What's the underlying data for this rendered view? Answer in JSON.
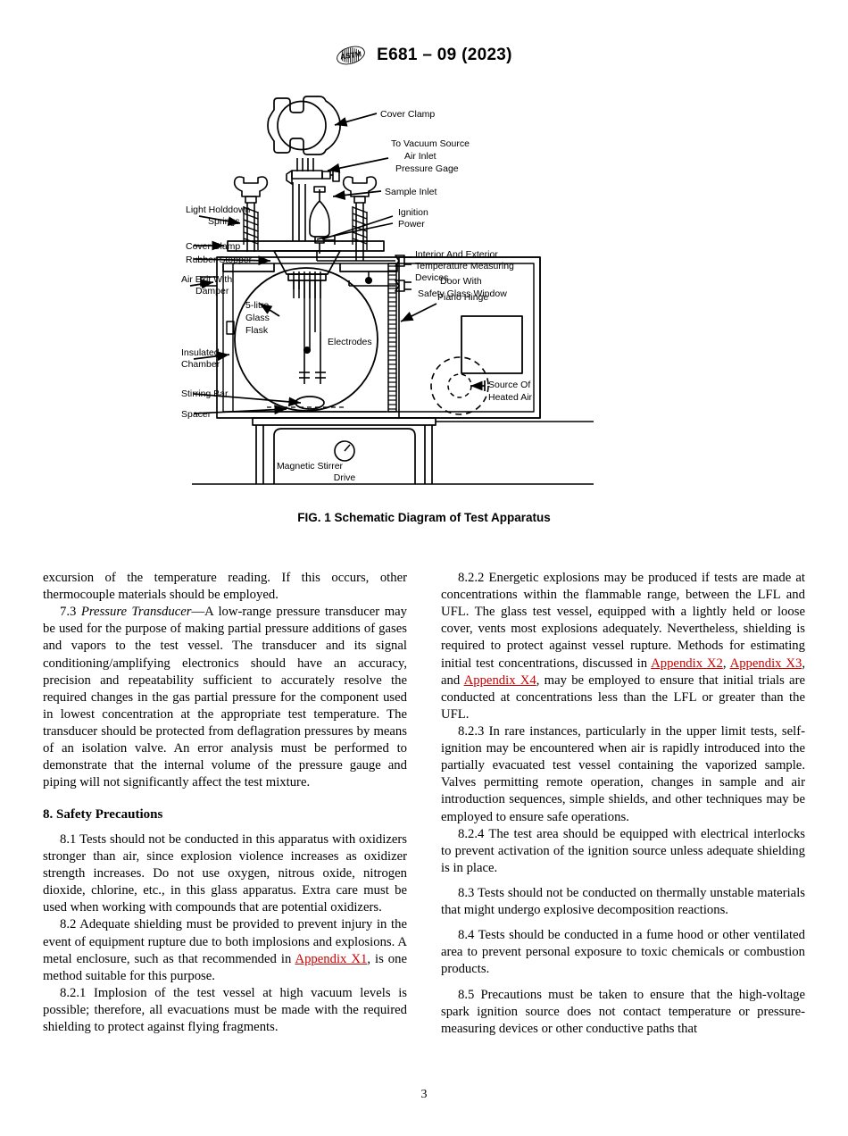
{
  "header": {
    "logo_icon": "astm-logo-icon",
    "standard_designation": "E681 – 09 (2023)"
  },
  "figure": {
    "caption": "FIG. 1 Schematic Diagram of Test Apparatus",
    "labels": {
      "cover_clamp_top": "Cover Clamp",
      "to_vacuum_source": "To Vacuum Source",
      "air_inlet": "Air Inlet",
      "pressure_gage": "Pressure Gage",
      "sample_inlet": "Sample Inlet",
      "light_holddown": "Light Holddown",
      "springs": "Springs",
      "cover_clamp_side": "Cover Clamp",
      "rubber_stopper": "Rubber Stopper",
      "ignition": "Ignition",
      "power": "Power",
      "temp_dev_l1": "Interior And Exterior",
      "temp_dev_l2": "Temperature Measuring",
      "temp_dev_l3": "Devices",
      "air_exit_l1": "Air Exit With",
      "air_exit_l2": "Damper",
      "insulated_l1": "Insulated",
      "insulated_l2": "Chamber",
      "stirring_bar": "Stirring Bar",
      "spacer": "Spacer",
      "flask_l1": "5-litre",
      "flask_l2": "Glass",
      "flask_l3": "Flask",
      "electrodes": "Electrodes",
      "door_l1": "Door With",
      "door_l2": "Safety Glass Window",
      "piano_hinge": "Piano Hinge",
      "heated_air_l1": "Source Of",
      "heated_air_l2": "Heated Air",
      "stirrer_l1": "Magnetic Stirrer",
      "stirrer_l2": "Drive"
    }
  },
  "body": {
    "left": {
      "p_continued": "excursion of the temperature reading. If this occurs, other thermocouple materials should be employed.",
      "p73_num": "7.3",
      "p73_term": "Pressure Transducer",
      "p73_text": "—A low-range pressure transducer may be used for the purpose of making partial pressure additions of gases and vapors to the test vessel. The transducer and its signal conditioning/amplifying electronics should have an accuracy, precision and repeatability sufficient to accurately resolve the required changes in the gas partial pressure for the component used in lowest concentration at the appropriate test temperature. The transducer should be protected from deflagration pressures by means of an isolation valve. An error analysis must be performed to demonstrate that the internal volume of the pressure gauge and piping will not significantly affect the test mixture.",
      "section_heading": "8.  Safety Precautions",
      "p81": "8.1 Tests should not be conducted in this apparatus with oxidizers stronger than air, since explosion violence increases as oxidizer strength increases. Do not use oxygen, nitrous oxide, nitrogen dioxide, chlorine, etc., in this glass apparatus. Extra care must be used when working with compounds that are potential oxidizers.",
      "p82_a": "8.2 Adequate shielding must be provided to prevent injury in the event of equipment rupture due to both implosions and explosions. A metal enclosure, such as that recommended in ",
      "p82_link": "Appendix X1",
      "p82_b": ", is one method suitable for this purpose.",
      "p821": "8.2.1 Implosion of the test vessel at high vacuum levels is possible; therefore, all evacuations must be made with the required shielding to protect against flying fragments."
    },
    "right": {
      "p822_a": "8.2.2 Energetic explosions may be produced if tests are made at concentrations within the flammable range, between the LFL and UFL. The glass test vessel, equipped with a lightly held or loose cover, vents most explosions adequately. Nevertheless, shielding is required to protect against vessel rupture. Methods for estimating initial test concentrations, discussed in ",
      "p822_link1": "Appendix X2",
      "p822_sep1": ", ",
      "p822_link2": "Appendix X3",
      "p822_sep2": ", and ",
      "p822_link3": "Appendix X4",
      "p822_b": ", may be employed to ensure that initial trials are conducted at concentrations less than the LFL or greater than the UFL.",
      "p823": "8.2.3 In rare instances, particularly in the upper limit tests, self-ignition may be encountered when air is rapidly introduced into the partially evacuated test vessel containing the vaporized sample. Valves permitting remote operation, changes in sample and air introduction sequences, simple shields, and other techniques may be employed to ensure safe operations.",
      "p824": "8.2.4 The test area should be equipped with electrical interlocks to prevent activation of the ignition source unless adequate shielding is in place.",
      "p83": "8.3 Tests should not be conducted on thermally unstable materials that might undergo explosive decomposition reactions.",
      "p84": "8.4 Tests should be conducted in a fume hood or other ventilated area to prevent personal exposure to toxic chemicals or combustion products.",
      "p85": "8.5 Precautions must be taken to ensure that the high-voltage spark ignition source does not contact temperature or pressure-measuring devices or other conductive paths that"
    }
  },
  "footer": {
    "page_number": "3"
  },
  "colors": {
    "link": "#cc0000",
    "text": "#000000",
    "background": "#ffffff"
  }
}
